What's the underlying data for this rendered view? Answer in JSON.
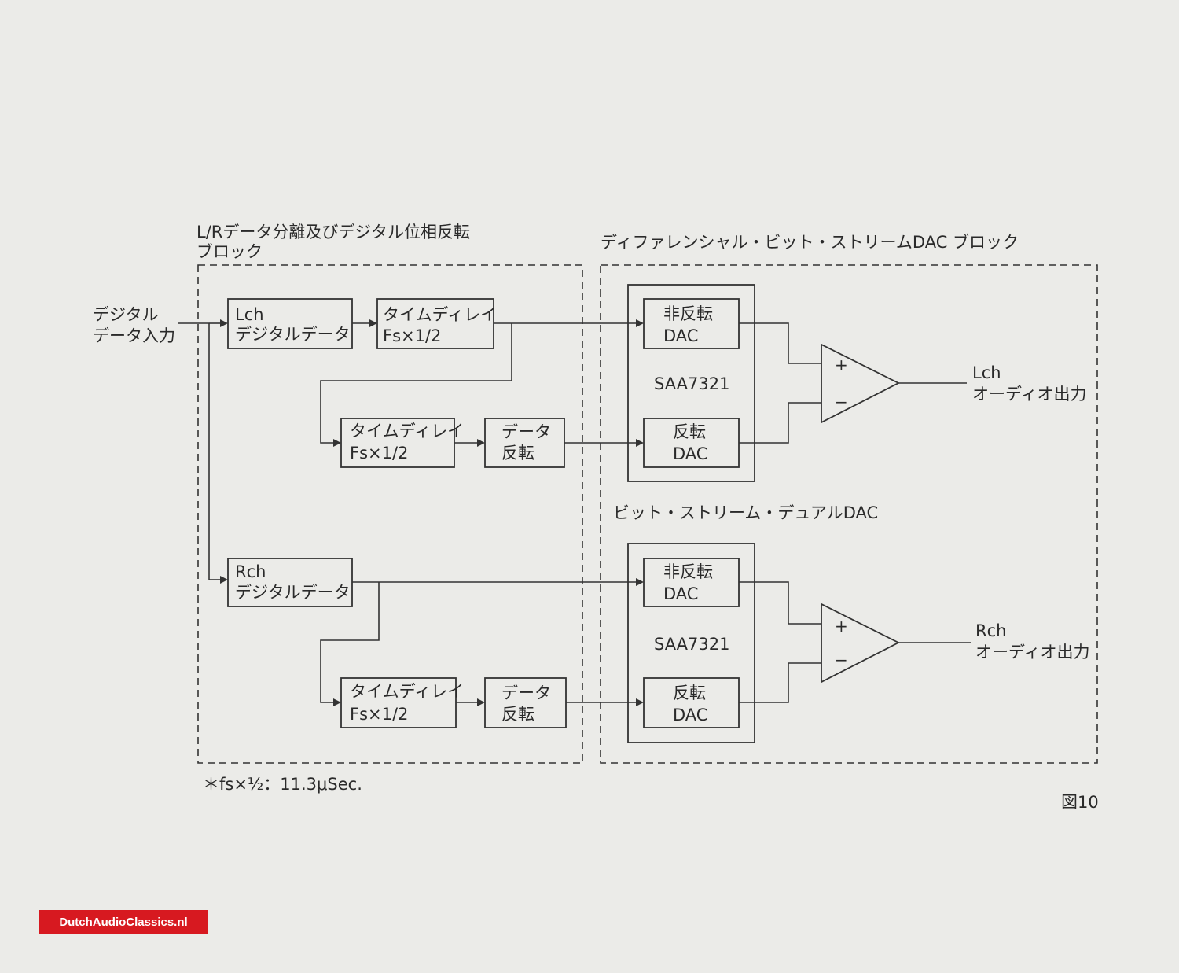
{
  "block_left": {
    "title_line1": "L/Rデータ分離及びデジタル位相反転",
    "title_line2": "ブロック"
  },
  "block_right": {
    "title": "ディファレンシャル・ビット・ストリームDAC ブロック"
  },
  "input": {
    "line1": "デジタル",
    "line2": "データ入力"
  },
  "lch_data": {
    "line1": "Lch",
    "line2": "デジタルデータ"
  },
  "rch_data": {
    "line1": "Rch",
    "line2": "デジタルデータ"
  },
  "delay": {
    "line1": "タイムディレイ",
    "line2": "Fs×1/2"
  },
  "invert": {
    "line1": "データ",
    "line2": "反転"
  },
  "dac_noninv": {
    "line1": "非反転",
    "line2": "DAC"
  },
  "dac_inv": {
    "line1": "反転",
    "line2": "DAC"
  },
  "chip_label": "SAA7321",
  "dual_dac_label": "ビット・ストリーム・デュアルDAC",
  "amp": {
    "plus": "+",
    "minus": "−"
  },
  "out_l": {
    "line1": "Lch",
    "line2": "オーディオ出力"
  },
  "out_r": {
    "line1": "Rch",
    "line2": "オーディオ出力"
  },
  "footnote": "＊fs×½：11.3μSec.",
  "figure_label": "図10",
  "watermark": "DutchAudioClassics.nl"
}
